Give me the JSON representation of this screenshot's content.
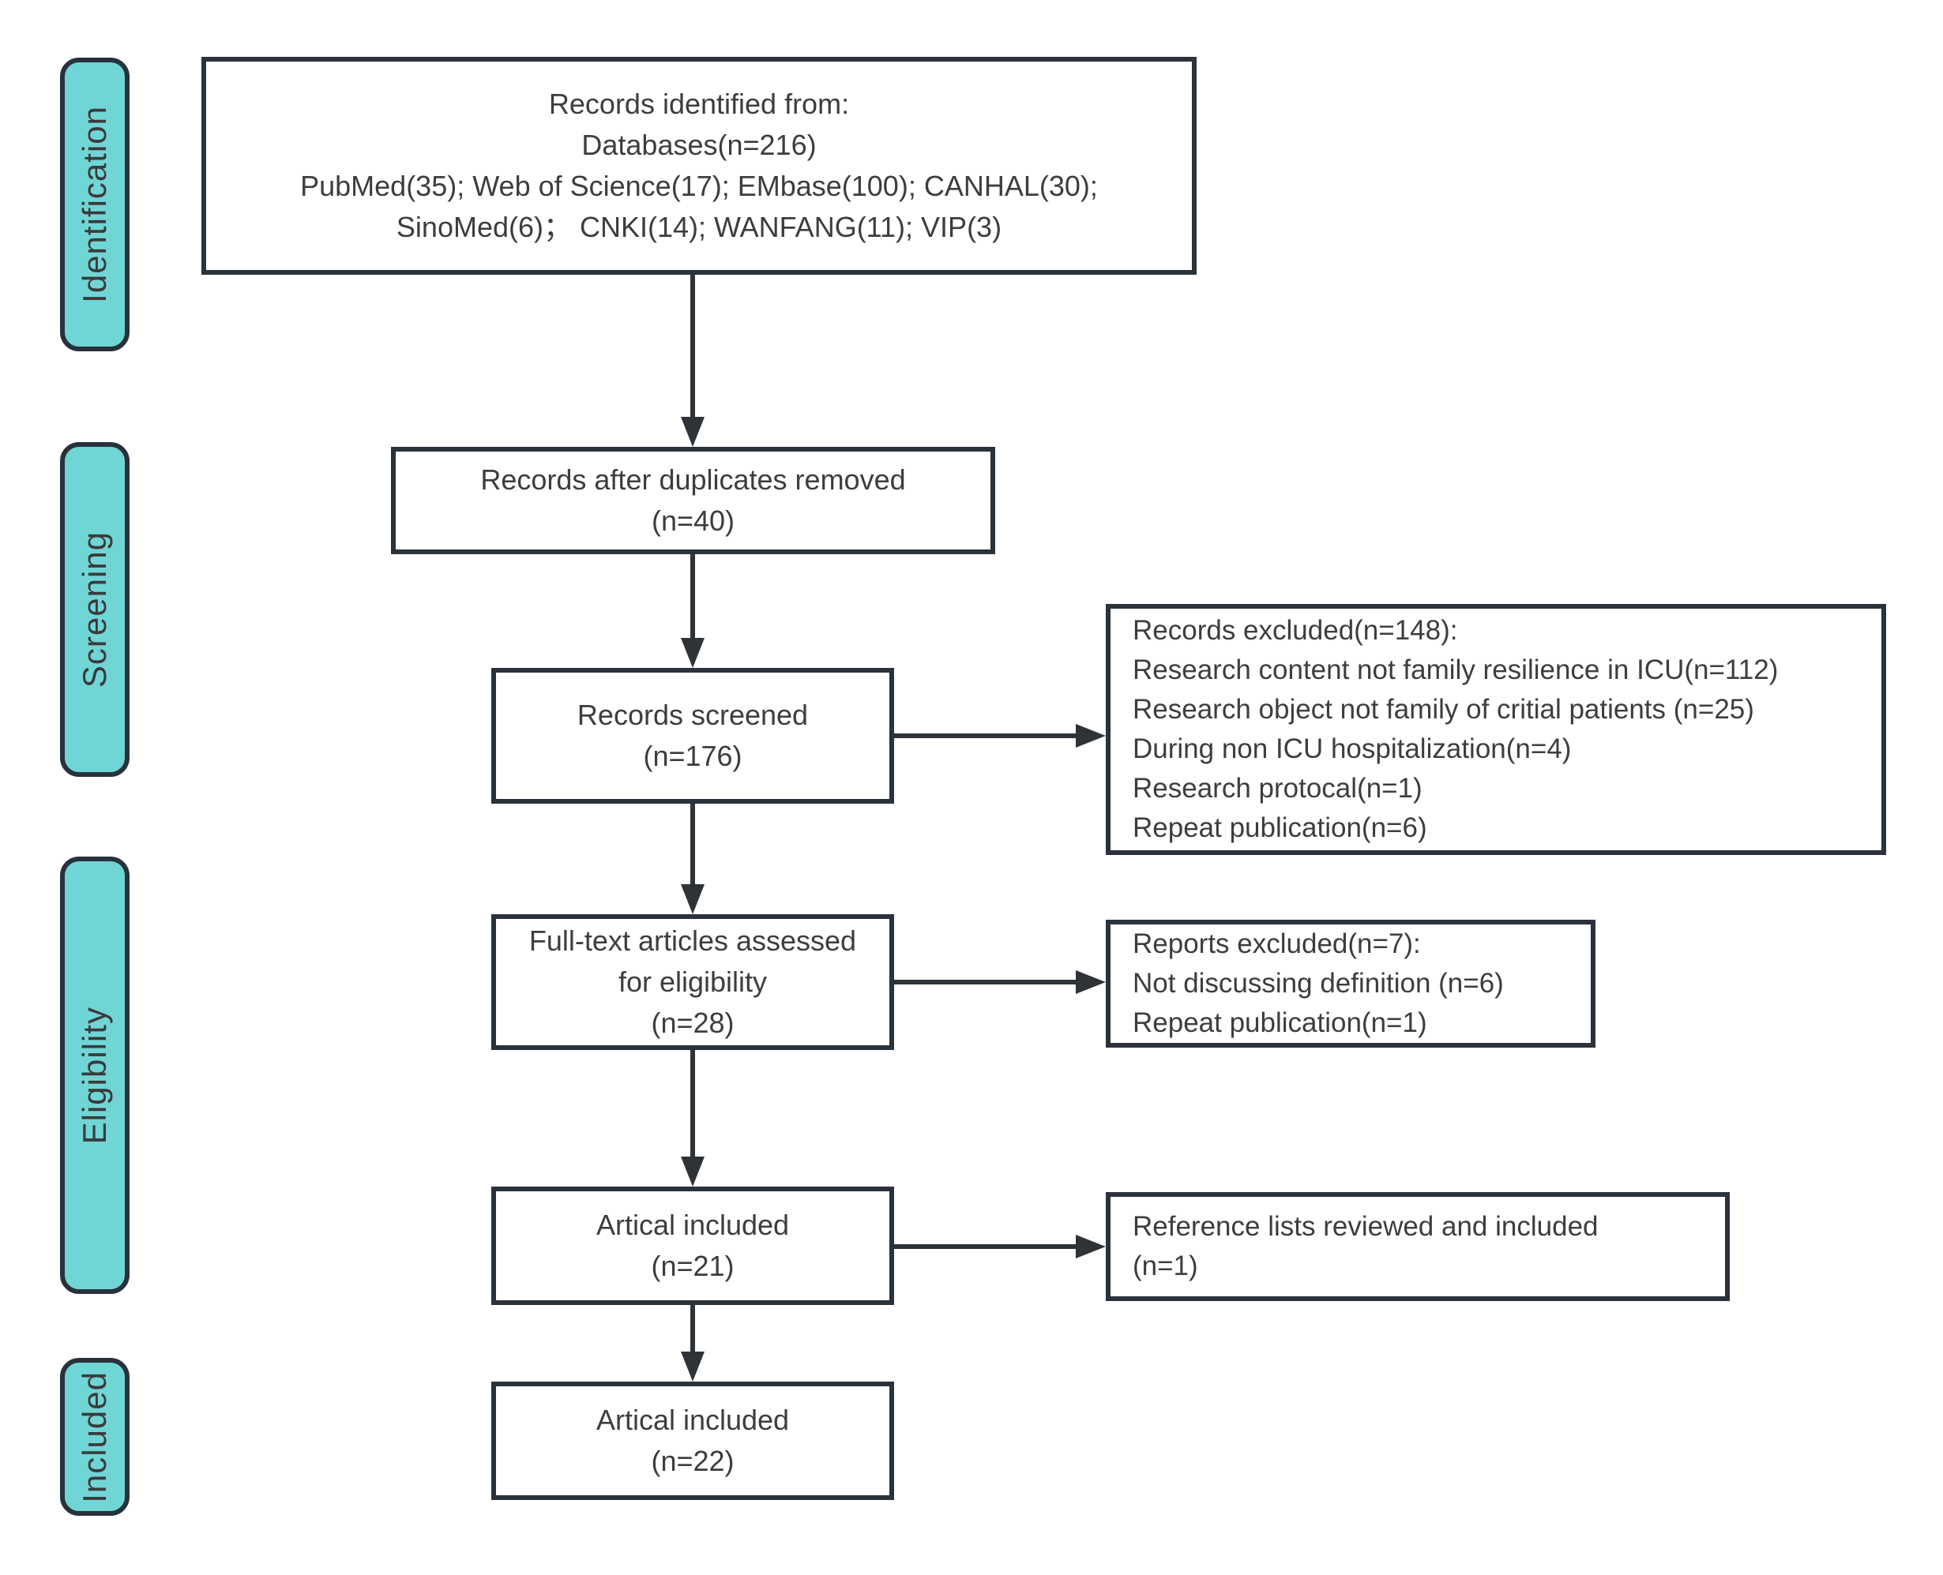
{
  "stages": [
    {
      "label": "Identification"
    },
    {
      "label": "Screening"
    },
    {
      "label": "Eligibility"
    },
    {
      "label": "Included"
    }
  ],
  "boxes": {
    "identified": {
      "lines": [
        "Records identified from:",
        "Databases(n=216)",
        "PubMed(35); Web of Science(17); EMbase(100); CANHAL(30);",
        "SinoMed(6)；  CNKI(14); WANFANG(11); VIP(3)"
      ]
    },
    "deduplicated": {
      "lines": [
        "Records after duplicates removed",
        "(n=40)"
      ]
    },
    "screened": {
      "lines": [
        "Records screened",
        "(n=176)"
      ]
    },
    "fulltext": {
      "lines": [
        "Full-text articles assessed",
        "for eligibility",
        "(n=28)"
      ]
    },
    "included_21": {
      "lines": [
        "Artical included",
        "(n=21)"
      ]
    },
    "included_22": {
      "lines": [
        "Artical included",
        "(n=22)"
      ]
    },
    "records_excluded": {
      "lines": [
        "Records excluded(n=148):",
        "Research content not family resilience in ICU(n=112)",
        "Research object not family of critial patients (n=25)",
        "During non ICU hospitalization(n=4)",
        "Research protocal(n=1)",
        "Repeat publication(n=6)"
      ]
    },
    "reports_excluded": {
      "lines": [
        "Reports excluded(n=7):",
        "Not discussing definition (n=6)",
        "Repeat publication(n=1)"
      ]
    },
    "reference_lists": {
      "lines": [
        "Reference lists reviewed and included",
        "(n=1)"
      ]
    }
  },
  "colors": {
    "stage_fill": "#70d6d5",
    "stage_border": "#27323c",
    "box_border": "#2a323c",
    "arrow": "#2e3338",
    "text": "#3d3d3d"
  }
}
